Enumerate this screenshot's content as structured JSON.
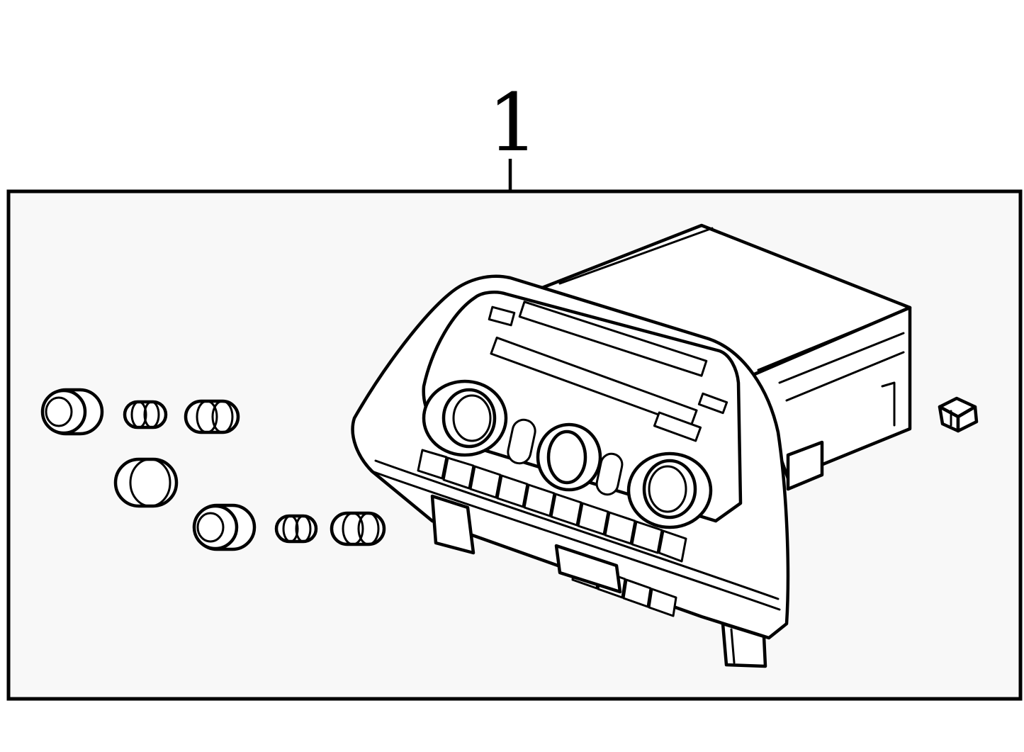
{
  "callout": {
    "label": "1"
  },
  "colors": {
    "line": "#000000",
    "background": "#ffffff"
  },
  "parts": [
    {
      "name": "climate-control-unit"
    },
    {
      "name": "knob-large"
    },
    {
      "name": "knob-small"
    },
    {
      "name": "knob-cylinder"
    },
    {
      "name": "connector-clip"
    }
  ]
}
